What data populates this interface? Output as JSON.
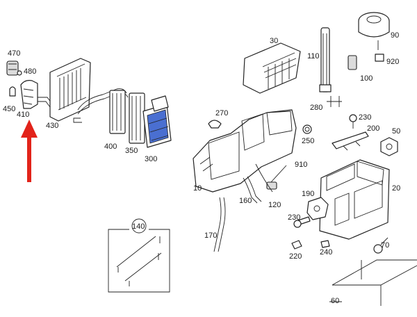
{
  "diagram": {
    "accent_color": "#e2231a",
    "core_color": "#4a6fd1",
    "labels": {
      "p470": "470",
      "p480": "480",
      "p450": "450",
      "p410": "410",
      "p430": "430",
      "p400": "400",
      "p350": "350",
      "p300": "300",
      "p30": "30",
      "p90": "90",
      "p110": "110",
      "p920": "920",
      "p100": "100",
      "p270": "270",
      "p280": "280",
      "p230a": "230",
      "p200": "200",
      "p250": "250",
      "p50": "50",
      "p910": "910",
      "p10": "10",
      "p160": "160",
      "p120": "120",
      "p190": "190",
      "p20": "20",
      "p230b": "230",
      "p170": "170",
      "p140": "140",
      "p220": "220",
      "p240": "240",
      "p70": "70",
      "p60": "60"
    }
  }
}
